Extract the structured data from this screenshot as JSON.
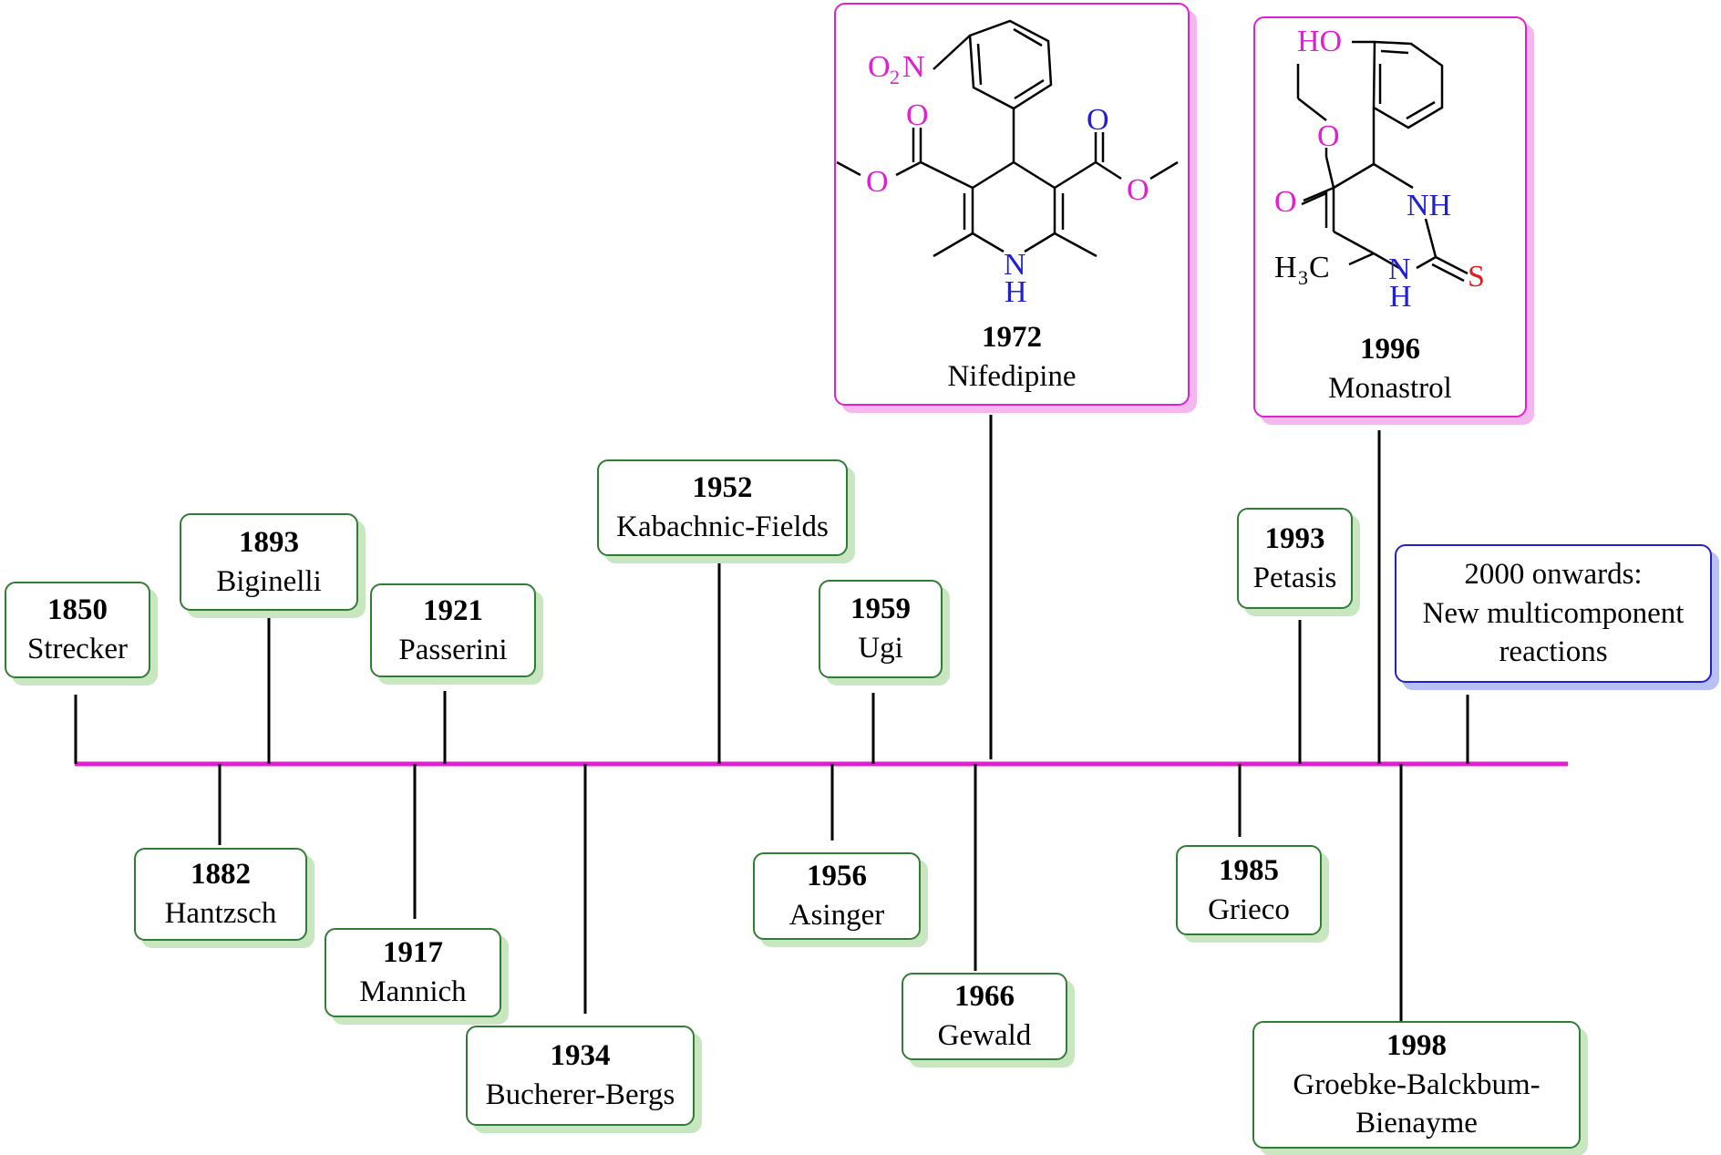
{
  "events": [
    {
      "id": "strecker",
      "year": "1850",
      "name": "Strecker"
    },
    {
      "id": "hantzsch",
      "year": "1882",
      "name": "Hantzsch"
    },
    {
      "id": "biginelli",
      "year": "1893",
      "name": "Biginelli"
    },
    {
      "id": "mannich",
      "year": "1917",
      "name": "Mannich"
    },
    {
      "id": "passerini",
      "year": "1921",
      "name": "Passerini"
    },
    {
      "id": "bucherer",
      "year": "1934",
      "name": "Bucherer-Bergs"
    },
    {
      "id": "kabachnik",
      "year": "1952",
      "name": "Kabachnic-Fields"
    },
    {
      "id": "asinger",
      "year": "1956",
      "name": "Asinger"
    },
    {
      "id": "ugi",
      "year": "1959",
      "name": "Ugi"
    },
    {
      "id": "gewald",
      "year": "1966",
      "name": "Gewald"
    },
    {
      "id": "nifedipine",
      "year": "1972",
      "name": "Nifedipine"
    },
    {
      "id": "grieco",
      "year": "1985",
      "name": "Grieco"
    },
    {
      "id": "petasis",
      "year": "1993",
      "name": "Petasis"
    },
    {
      "id": "monastrol",
      "year": "1996",
      "name": "Monastrol"
    },
    {
      "id": "groebke",
      "year": "1998",
      "name_lines": [
        "Groebke-Balckbum-",
        "Bienayme"
      ]
    }
  ],
  "future": {
    "lines": [
      "2000 onwards:",
      "New multicomponent",
      "reactions"
    ]
  },
  "molecules": {
    "nifedipine": {
      "o2n": "O",
      "o2n_sub": "2",
      "o2n_n": "N",
      "o_left_top": "O",
      "o_left_side": "O",
      "o_right_top": "O",
      "o_right_side": "O",
      "nh_n": "N",
      "nh_h": "H"
    },
    "monastrol": {
      "ho": "HO",
      "o_ester": "O",
      "o_carbonyl": "O",
      "nh_top": "NH",
      "n_bottom": "N",
      "h_bottom": "H",
      "s": "S",
      "h3c_h": "H",
      "h3c_sub": "3",
      "h3c_c": "C"
    }
  },
  "colors": {
    "axis": "#e020d0",
    "green": "#2f7d32",
    "pink": "#e020d0",
    "blue": "#2020d0",
    "red": "#e02020"
  }
}
